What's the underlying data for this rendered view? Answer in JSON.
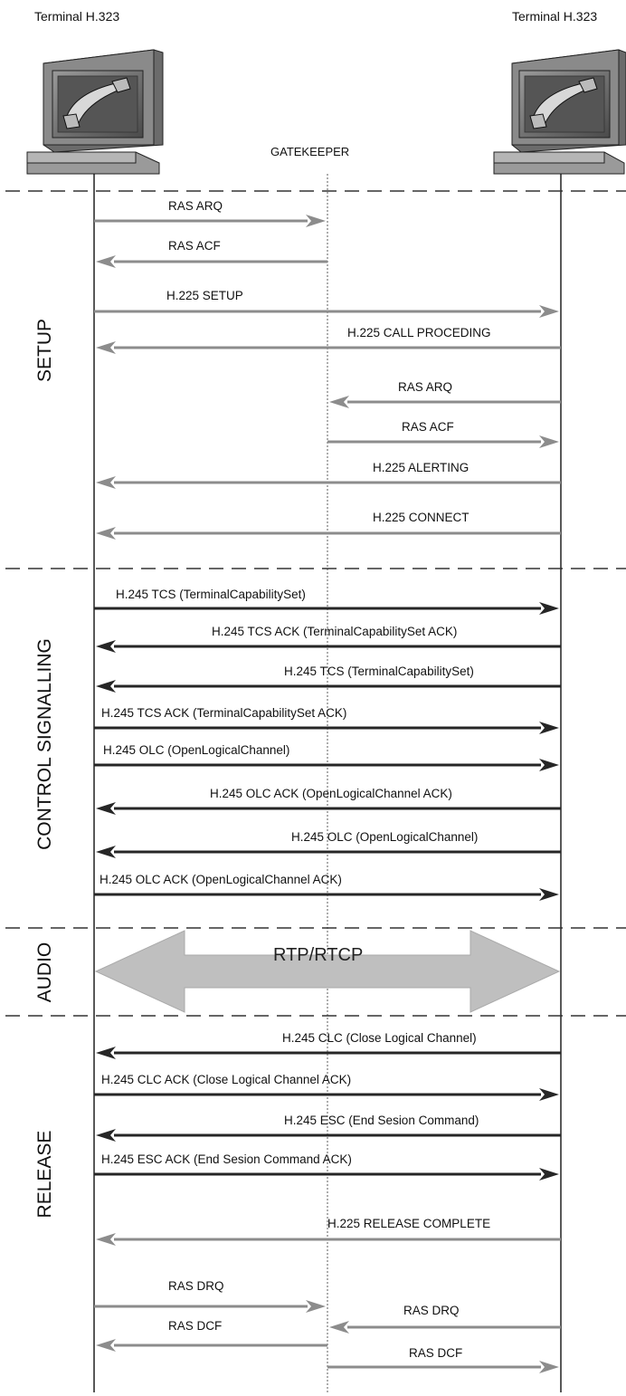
{
  "terminals": {
    "left": "Terminal H.323",
    "right": "Terminal H.323"
  },
  "gatekeeper": "GATEKEEPER",
  "sections": {
    "setup": "SETUP",
    "control": "CONTROL SIGNALLING",
    "audio": "AUDIO",
    "release": "RELEASE"
  },
  "audio_stream": "RTP/RTCP",
  "colors": {
    "ras": "#8c8c8c",
    "h225": "#8c8c8c",
    "h245": "#262626",
    "rtp": "#bfbfbf",
    "divider": "#333333"
  },
  "messages": [
    {
      "label": "RAS ARQ",
      "from": "terminal-left",
      "to": "gatekeeper",
      "kind": "ras"
    },
    {
      "label": "RAS ACF",
      "from": "gatekeeper",
      "to": "terminal-left",
      "kind": "ras"
    },
    {
      "label": "H.225 SETUP",
      "from": "terminal-left",
      "to": "terminal-right",
      "kind": "h225"
    },
    {
      "label": "H.225 CALL PROCEDING",
      "from": "terminal-right",
      "to": "terminal-left",
      "kind": "h225"
    },
    {
      "label": "RAS ARQ",
      "from": "terminal-right",
      "to": "gatekeeper",
      "kind": "ras"
    },
    {
      "label": "RAS ACF",
      "from": "gatekeeper",
      "to": "terminal-right",
      "kind": "ras"
    },
    {
      "label": "H.225 ALERTING",
      "from": "terminal-right",
      "to": "terminal-left",
      "kind": "h225"
    },
    {
      "label": "H.225 CONNECT",
      "from": "terminal-right",
      "to": "terminal-left",
      "kind": "h225"
    },
    {
      "label": "H.245 TCS (TerminalCapabilitySet)",
      "from": "terminal-left",
      "to": "terminal-right",
      "kind": "h245"
    },
    {
      "label": "H.245 TCS ACK (TerminalCapabilitySet ACK)",
      "from": "terminal-right",
      "to": "terminal-left",
      "kind": "h245"
    },
    {
      "label": "H.245 TCS (TerminalCapabilitySet)",
      "from": "terminal-right",
      "to": "terminal-left",
      "kind": "h245"
    },
    {
      "label": "H.245 TCS ACK (TerminalCapabilitySet ACK)",
      "from": "terminal-left",
      "to": "terminal-right",
      "kind": "h245"
    },
    {
      "label": "H.245 OLC (OpenLogicalChannel)",
      "from": "terminal-left",
      "to": "terminal-right",
      "kind": "h245"
    },
    {
      "label": "H.245 OLC ACK (OpenLogicalChannel ACK)",
      "from": "terminal-right",
      "to": "terminal-left",
      "kind": "h245"
    },
    {
      "label": "H.245 OLC (OpenLogicalChannel)",
      "from": "terminal-right",
      "to": "terminal-left",
      "kind": "h245"
    },
    {
      "label": "H.245 OLC ACK (OpenLogicalChannel ACK)",
      "from": "terminal-left",
      "to": "terminal-right",
      "kind": "h245"
    },
    {
      "label": "H.245 CLC (Close Logical Channel)",
      "from": "terminal-right",
      "to": "terminal-left",
      "kind": "h245"
    },
    {
      "label": "H.245 CLC ACK (Close Logical Channel ACK)",
      "from": "terminal-left",
      "to": "terminal-right",
      "kind": "h245"
    },
    {
      "label": "H.245 ESC (End Sesion Command)",
      "from": "terminal-right",
      "to": "terminal-left",
      "kind": "h245"
    },
    {
      "label": "H.245 ESC ACK (End Sesion Command ACK)",
      "from": "terminal-left",
      "to": "terminal-right",
      "kind": "h245"
    },
    {
      "label": "H.225 RELEASE COMPLETE",
      "from": "terminal-right",
      "to": "terminal-left",
      "kind": "h225"
    },
    {
      "label": "RAS DRQ",
      "from": "terminal-left",
      "to": "gatekeeper",
      "kind": "ras"
    },
    {
      "label": "RAS DRQ",
      "from": "terminal-right",
      "to": "gatekeeper",
      "kind": "ras"
    },
    {
      "label": "RAS DCF",
      "from": "gatekeeper",
      "to": "terminal-left",
      "kind": "ras"
    },
    {
      "label": "RAS DCF",
      "from": "gatekeeper",
      "to": "terminal-right",
      "kind": "ras"
    }
  ]
}
